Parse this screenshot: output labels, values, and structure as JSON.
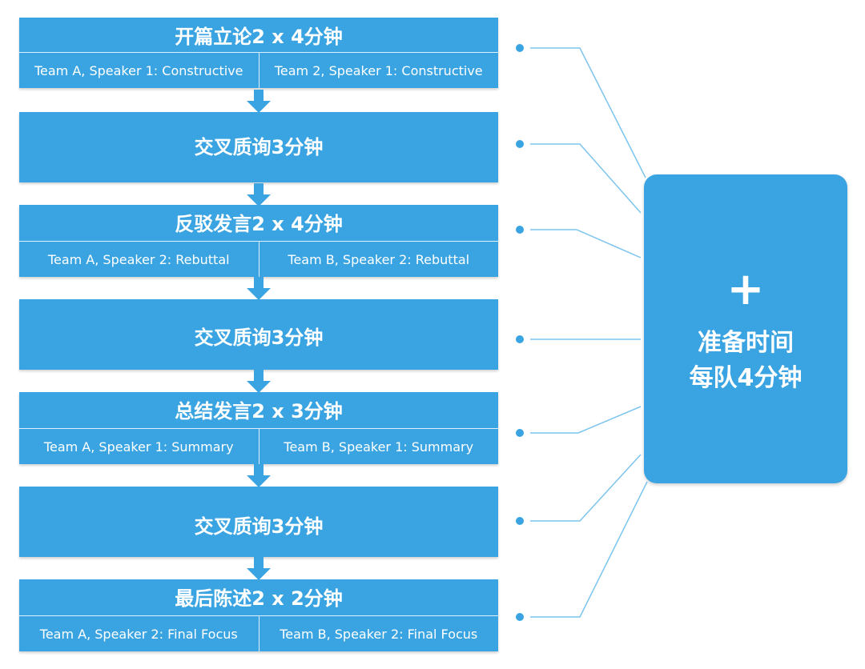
{
  "blocks": [
    {
      "title": "开篇立论2 x 4分钟",
      "left": "Team A, Speaker 1: Constructive",
      "right": "Team 2, Speaker 1: Constructive"
    },
    {
      "title": "交叉质询3分钟"
    },
    {
      "title": "反驳发言2 x 4分钟",
      "left": "Team A, Speaker 2: Rebuttal",
      "right": "Team B, Speaker 2: Rebuttal"
    },
    {
      "title": "交叉质询3分钟"
    },
    {
      "title": "总结发言2 x 3分钟",
      "left": "Team A, Speaker 1: Summary",
      "right": "Team B, Speaker 1: Summary"
    },
    {
      "title": "交叉质询3分钟"
    },
    {
      "title": "最后陈述2 x 2分钟",
      "left": "Team A, Speaker 2: Final Focus",
      "right": "Team B, Speaker 2: Final Focus"
    }
  ],
  "prep": {
    "plus": "+",
    "line1": "准备时间",
    "line2": "每队4分钟"
  },
  "colors": {
    "block": "#3aa4e2",
    "connector": "#7cc4ee"
  }
}
